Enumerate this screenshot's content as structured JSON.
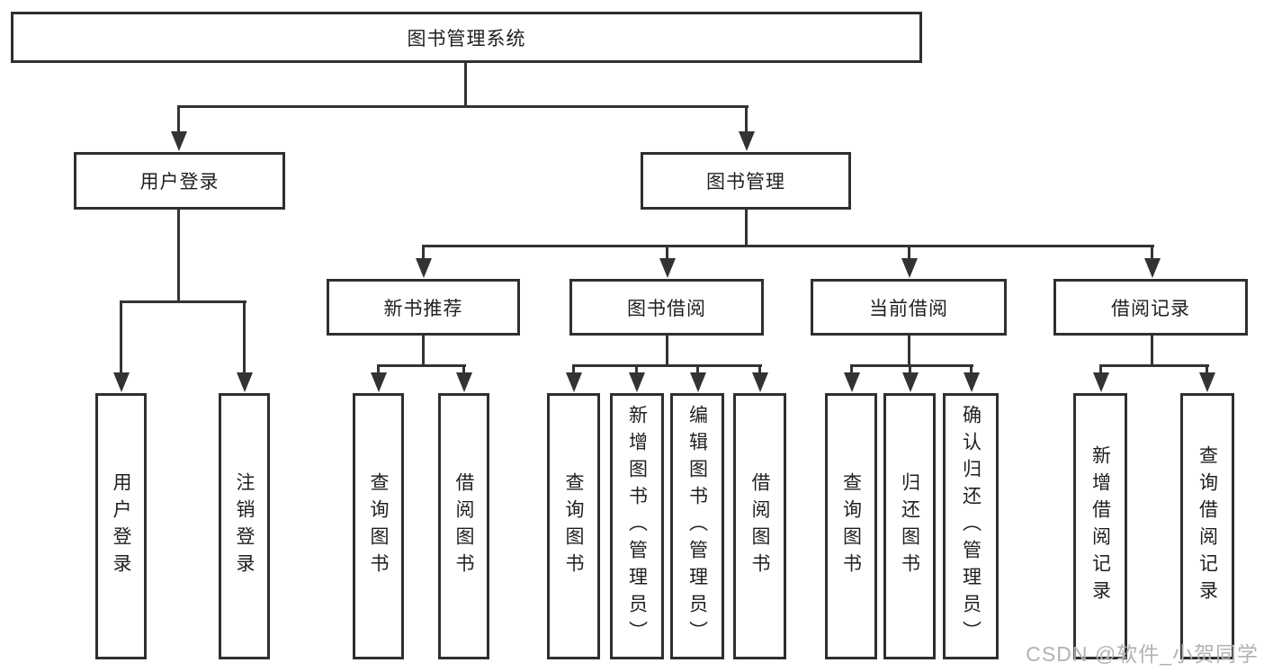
{
  "diagram": {
    "type": "tree-structure-chart",
    "nodes": {
      "root": "图书管理系统",
      "user_login": "用户登录",
      "book_mgmt": "图书管理",
      "new_book": "新书推荐",
      "book_borrow": "图书借阅",
      "current_borrow": "当前借阅",
      "borrow_records": "借阅记录",
      "leaves_user": [
        "用户登录",
        "注销登录"
      ],
      "leaves_new_book": [
        "查询图书",
        "借阅图书"
      ],
      "leaves_borrow": [
        "查询图书",
        "新增图书（管理员）",
        "编辑图书（管理员）",
        "借阅图书"
      ],
      "leaves_current": [
        "查询图书",
        "归还图书",
        "确认归还（管理员）"
      ],
      "leaves_records": [
        "新增借阅记录",
        "查询借阅记录"
      ]
    },
    "colors": {
      "line": "#333333",
      "border": "#2f2f2f",
      "text": "#1f1f1f",
      "background": "#ffffff",
      "watermark": "#b3b3b3"
    }
  },
  "watermark": {
    "text": "CSDN @软件_小贺同学"
  }
}
